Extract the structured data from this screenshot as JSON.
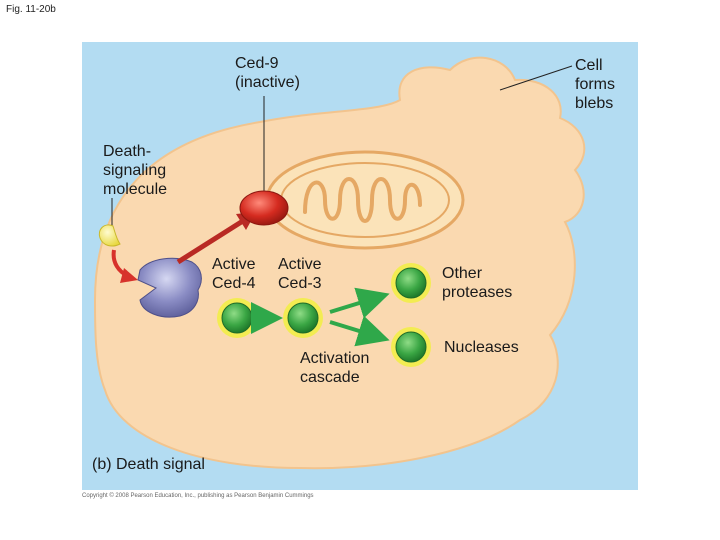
{
  "figure": {
    "label": "Fig. 11-20b"
  },
  "labels": {
    "ced9": "Ced-9\n(inactive)",
    "blebs": "Cell\nforms\nblebs",
    "death_molecule": "Death-\nsignaling\nmolecule",
    "ced4": "Active\nCed-4",
    "ced3": "Active\nCed-3",
    "other_proteases": "Other\nproteases",
    "nucleases": "Nucleases",
    "activation": "Activation\ncascade",
    "panel_caption": "(b) Death signal"
  },
  "credit": "Copyright © 2008 Pearson Education, Inc., publishing as Pearson Benjamin Cummings",
  "colors": {
    "background": "#b3dcf2",
    "cell": "#fad9b0",
    "cell_edge": "#f2c48e",
    "mitochondrion": "#fbe3b9",
    "mito_stroke": "#e5a864",
    "ced9_red": "#d52b20",
    "receptor": "#8a8cc4",
    "signal_yellow": "#f4ea6a",
    "green_protein": "#3aa644",
    "yellow_halo": "#f3ec52",
    "arrow_green": "#2fa84a",
    "arrow_red": "#d7322b"
  }
}
